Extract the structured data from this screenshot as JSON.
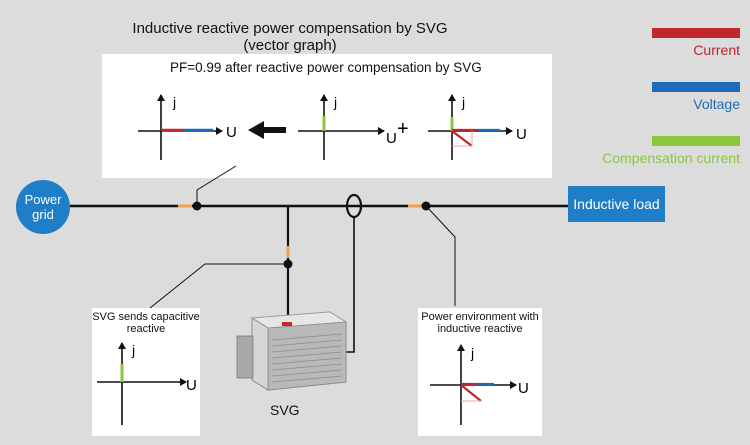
{
  "header": {
    "title_line1": "Inductive reactive power compensation by SVG",
    "title_line2": "(vector graph)",
    "top_card_caption": "PF=0.99 after reactive power compensation by SVG"
  },
  "legend": {
    "items": [
      {
        "label": "Current",
        "color": "#c0282d"
      },
      {
        "label": "Voltage",
        "color": "#1e6bb8"
      },
      {
        "label": "Compensation current",
        "color": "#8dc63f"
      }
    ]
  },
  "grid": {
    "label_line1": "Power",
    "label_line2": "grid"
  },
  "load": {
    "label": "Inductive load"
  },
  "svg_card": {
    "caption_line1": "SVG sends capacitive",
    "caption_line2": "reactive"
  },
  "env_card": {
    "caption_line1": "Power environment with",
    "caption_line2": "inductive reactive"
  },
  "device": {
    "label": "SVG"
  },
  "axes": {
    "j": "j",
    "u": "U"
  },
  "operators": {
    "plus": "+"
  },
  "colors": {
    "background": "#dcdcdc",
    "accent_blue": "#1e7ec8",
    "line": "#111111",
    "marker": "#f0a050"
  }
}
